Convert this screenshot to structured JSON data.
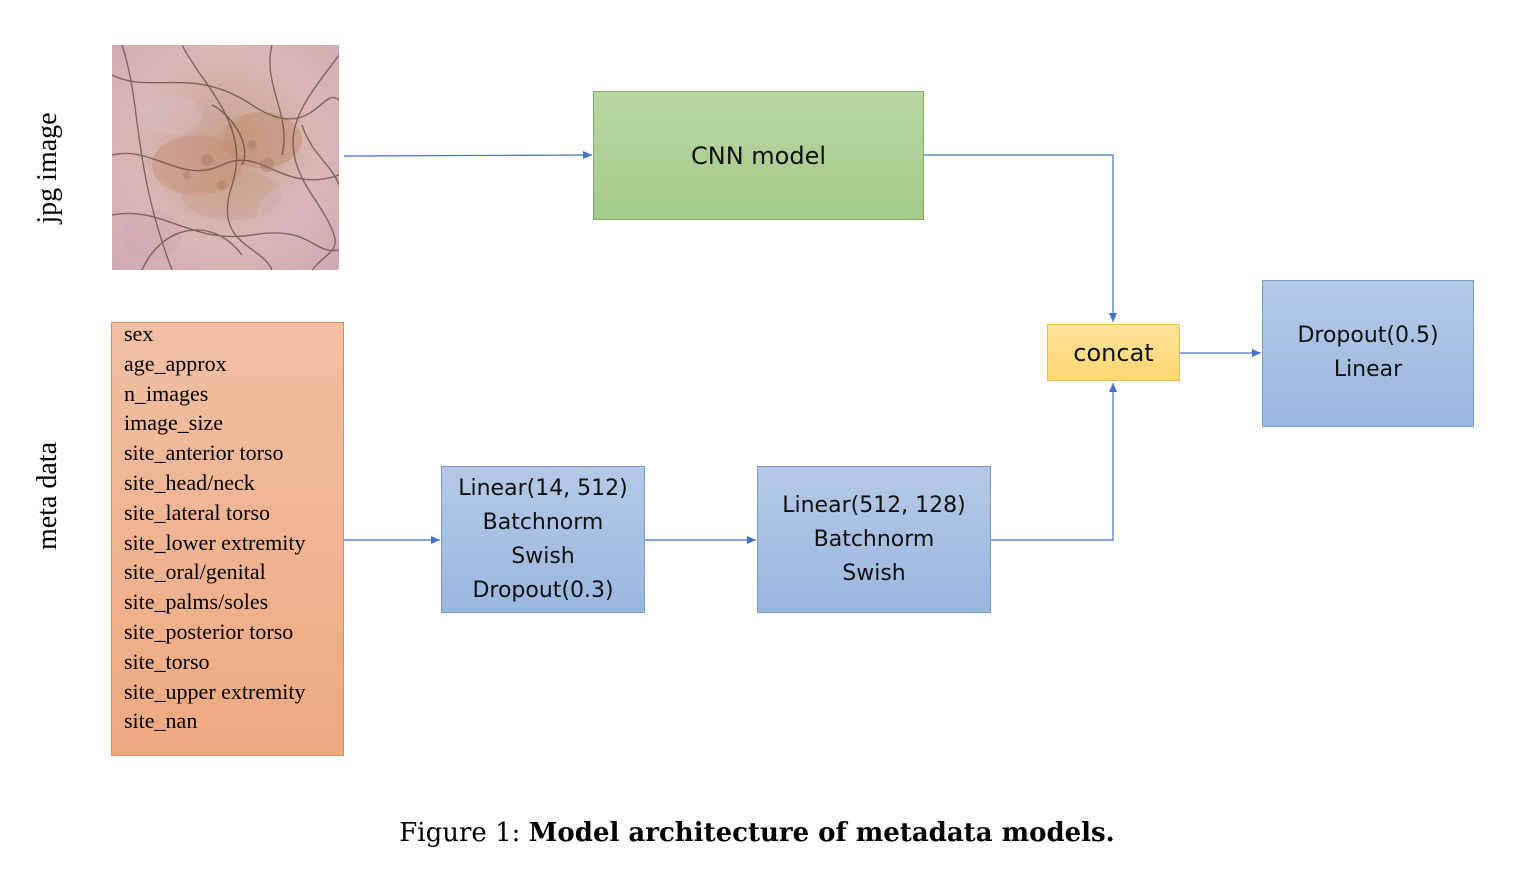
{
  "row_labels": {
    "image": "jpg image",
    "meta": "meta data"
  },
  "meta_features": [
    "sex",
    "age_approx",
    "n_images",
    "image_size",
    "site_anterior torso",
    "site_head/neck",
    "site_lateral torso",
    "site_lower extremity",
    "site_oral/genital",
    "site_palms/soles",
    "site_posterior torso",
    "site_torso",
    "site_upper extremity",
    "site_nan"
  ],
  "boxes": {
    "cnn": {
      "label": "CNN model"
    },
    "concat": {
      "label": "concat"
    },
    "block1": {
      "lines": [
        "Linear(14, 512)",
        "Batchnorm",
        "Swish",
        "Dropout(0.3)"
      ]
    },
    "block2": {
      "lines": [
        "Linear(512, 128)",
        "Batchnorm",
        "Swish"
      ]
    },
    "output": {
      "lines": [
        "Dropout(0.5)",
        "Linear"
      ]
    }
  },
  "caption": {
    "prefix": "Figure 1:",
    "title": "Model architecture of metadata models."
  },
  "colors": {
    "arrow": "#4472c4",
    "cnn_fill": "#a9ce90",
    "concat_fill": "#ffd97a",
    "block_fill": "#a6bfe2",
    "meta_fill": "#efb08c"
  }
}
